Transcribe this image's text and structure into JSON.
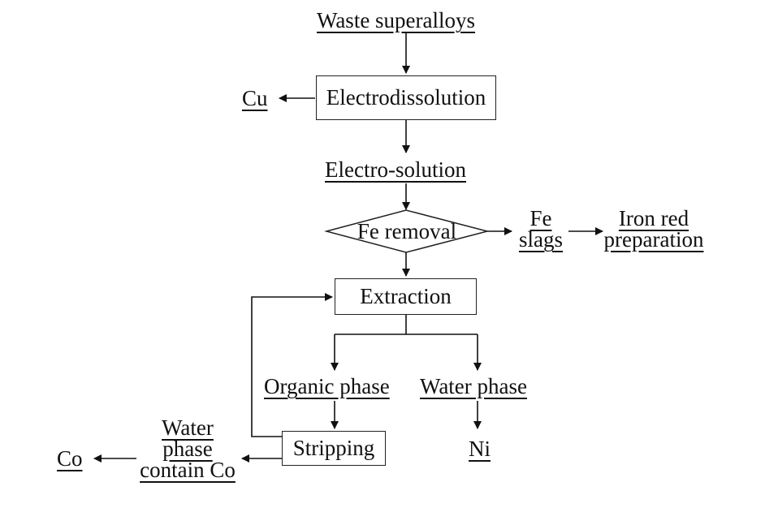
{
  "nodes": {
    "waste_superalloys": "Waste superalloys",
    "electrodissolution": "Electrodissolution",
    "cu": "Cu",
    "electro_solution": "Electro-solution",
    "fe_removal": "Fe removal",
    "fe_slags": [
      "Fe",
      "slags"
    ],
    "iron_red_preparation": [
      "Iron red",
      "preparation"
    ],
    "extraction": "Extraction",
    "organic_phase": "Organic phase",
    "water_phase": "Water phase",
    "stripping": "Stripping",
    "ni": "Ni",
    "water_phase_contain_co": [
      "Water",
      "phase",
      "contain Co"
    ],
    "co": "Co"
  }
}
